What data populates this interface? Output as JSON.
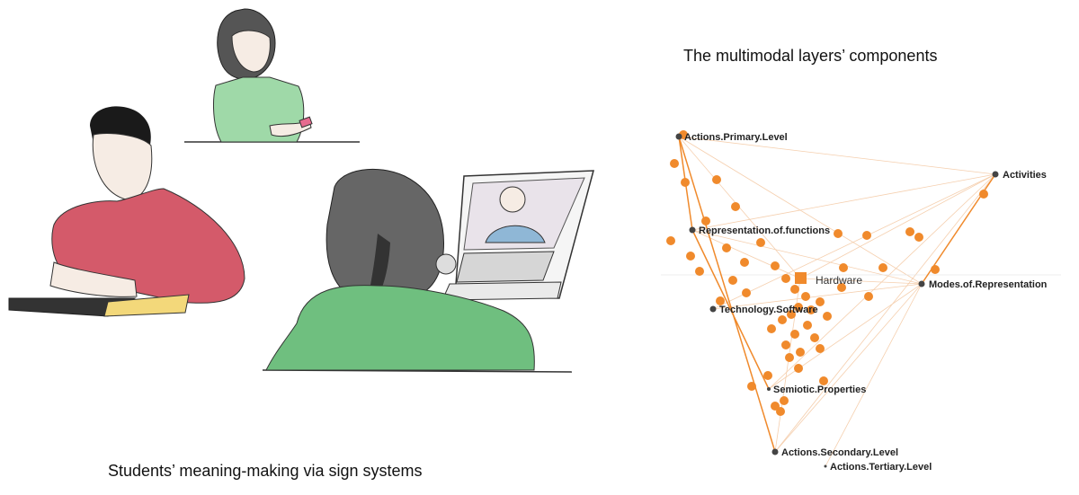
{
  "left_caption": "Students’ meaning-making via sign systems",
  "right_title": "The multimodal layers’ components",
  "accent_color": "#f08a2c",
  "node_color": "#444444",
  "network": {
    "center_label": "Hardware",
    "nodes": [
      {
        "id": "actions-primary",
        "label": "Actions.Primary.Level"
      },
      {
        "id": "activities",
        "label": "Activities"
      },
      {
        "id": "representation-functions",
        "label": "Representation.of.functions"
      },
      {
        "id": "modes-representation",
        "label": "Modes.of.Representation"
      },
      {
        "id": "technology-software",
        "label": "Technology.Software"
      },
      {
        "id": "semiotic-properties",
        "label": "Semiotic.Properties"
      },
      {
        "id": "actions-secondary",
        "label": "Actions.Secondary.Level"
      },
      {
        "id": "actions-tertiary",
        "label": "Actions.Tertiary.Level"
      }
    ]
  }
}
